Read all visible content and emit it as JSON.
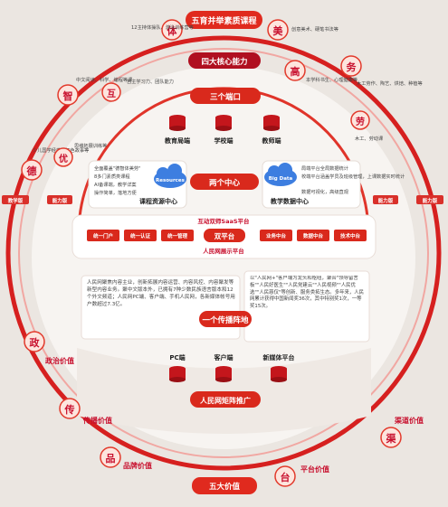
{
  "top_band": "五育并举素质课程",
  "bottom_band": "五大价值",
  "core_title": "四大核心能力",
  "core_chars": [
    "智",
    "美",
    "高",
    "劳"
  ],
  "left_chars": [
    "德",
    "优",
    "互",
    "智",
    "体"
  ],
  "right_chars": [
    "美",
    "高",
    "劳",
    "务"
  ],
  "left_value_chars": [
    "政",
    "传",
    "品"
  ],
  "right_value_chars": [
    "渠",
    "台"
  ],
  "outer_notes": {
    "ti": "12主持体操队、游泳训练营等",
    "mei": "创意美术、硬笔书法等",
    "zhi_left": "中文阅读、科学、编程等课",
    "lao": "木工劳作、陶艺、烘焙、种植等",
    "de": "少儿国学经典、红色故事等",
    "you": "思维拓展训练等",
    "hu": "自主学习力、团队能力",
    "gao": "本学科书生、心理健康等",
    "wu": "木工、劳动课"
  },
  "sides": {
    "left": "教学版",
    "right": "能力版",
    "left2": "能力版",
    "right2": "能力版"
  },
  "three_ends": {
    "title": "三个端口",
    "items": [
      "教育局端",
      "学校端",
      "教师端"
    ]
  },
  "two_centers": {
    "title": "两个中心",
    "left_badge": "Resources",
    "right_badge": "Big Data",
    "left_name": "课程资源中心",
    "right_name": "教学数据中心",
    "left_points": [
      "全面覆盖\"德智体美劳\"",
      "8多门素质类课程",
      "AI备课端，教学详案",
      "操作简单，落地方便"
    ],
    "right_points": [
      "局端平台全局数据统计",
      "校端平台涵盖学员及班级管理，上课数据实时统计",
      "数据可视化，高级直观"
    ]
  },
  "dual_platform": {
    "top": "互动双师SaaS平台",
    "center": "双平台",
    "bottom": "人民网展示平台",
    "left_buttons": [
      "统一门户",
      "统一认证",
      "统一管理"
    ],
    "right_buttons": [
      "业务中台",
      "数据中台",
      "技术中台"
    ]
  },
  "propagation": {
    "title": "一个传播阵地",
    "left_text": "人民网聚焦内容主业，创新拓展内容运营、内容风控、内容聚发等新型内容业务。聚中文版本外，已拥有7种少数民族语言版本和12个外文频道；人民网PC端、客户端、手机人民网，各新媒体帐号用户数超过7.3亿。",
    "right_text": "以\"人民网+\"客户端为龙头和枢纽，聚合\"领导留言板\"\"人民好医生\"\"人民党建云\"\"人民视频\"\"人民优选\"\"人民慈仅\"等创新、服务类拓生态。多年来，人民网累计获得中国新闻奖36次，其中特别奖1次，一等奖15次。"
  },
  "channels": {
    "items": [
      "PC端",
      "客户端",
      "新媒体平台"
    ],
    "footer": "人民网矩阵推广"
  },
  "value_notes": {
    "zheng": "政治价值",
    "chuan": "传播价值",
    "pin": "品牌价值",
    "qu": "渠道价值",
    "tai": "平台价值"
  }
}
